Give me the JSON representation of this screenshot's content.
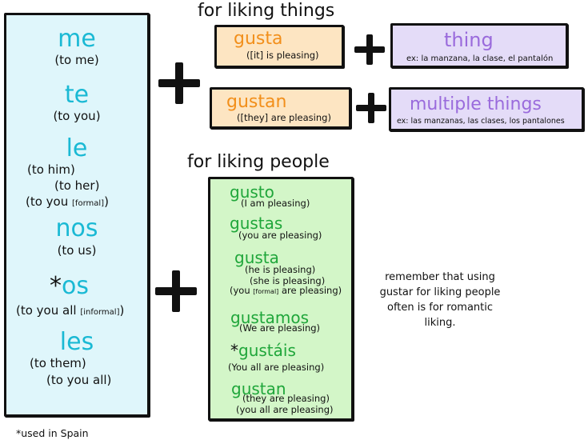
{
  "pronouns": {
    "me": {
      "word": "me",
      "gloss": "(to me)"
    },
    "te": {
      "word": "te",
      "gloss": "(to you)"
    },
    "le": {
      "word": "le",
      "g1": "(to him)",
      "g2": "(to her)",
      "g3": "(to you",
      "g3_small": "[formal]",
      "g3_close": ")"
    },
    "nos": {
      "word": "nos",
      "gloss": "(to us)"
    },
    "os": {
      "star": "*",
      "word": "os",
      "g1": "(to you all",
      "g1_small": "[informal]",
      "g1_close": ")"
    },
    "les": {
      "word": "les",
      "g1": "(to them)",
      "g2": "(to you all)"
    }
  },
  "footnote": "*used in Spain",
  "things": {
    "heading": "for liking things",
    "gusta": {
      "verb": "gusta",
      "gloss": "([it] is pleasing)"
    },
    "gustan": {
      "verb": "gustan",
      "gloss": "([they] are pleasing)"
    },
    "thing": {
      "word": "thing",
      "example": "ex: la manzana, la clase, el pantalón"
    },
    "multiple": {
      "word": "multiple things",
      "example": "ex: las manzanas, las clases, los pantalones"
    }
  },
  "people": {
    "heading": "for liking people",
    "gusto": {
      "verb": "gusto",
      "g1": "(I am pleasing)"
    },
    "gustas": {
      "verb": "gustas",
      "g1": "(you are pleasing)"
    },
    "gusta": {
      "verb": "gusta",
      "g1": "(he is pleasing)",
      "g2": "(she is pleasing)",
      "g3a": "(you",
      "g3_small": "[formal]",
      "g3b": "are pleasing)"
    },
    "gustamos": {
      "verb": "gustamos",
      "g1": "(We are pleasing)"
    },
    "gustais": {
      "star": "*",
      "verb": "gustáis",
      "g1": "(You all are pleasing)"
    },
    "gustan": {
      "verb": "gustan",
      "g1": "(they are pleasing)",
      "g2": "(you all are pleasing)"
    }
  },
  "note": {
    "l1": "remember that using",
    "l2": "gustar for liking people",
    "l3": "often is for romantic",
    "l4": "liking."
  },
  "colors": {
    "pronoun_fill": "#dff6fb",
    "pronoun_text": "#1ab9d4",
    "orange_fill": "#fde5c2",
    "orange_text": "#f28f1b",
    "purple_fill": "#e4dcf8",
    "purple_text": "#9a6bdc",
    "green_fill": "#d3f6c8",
    "green_text": "#1fa63a"
  }
}
